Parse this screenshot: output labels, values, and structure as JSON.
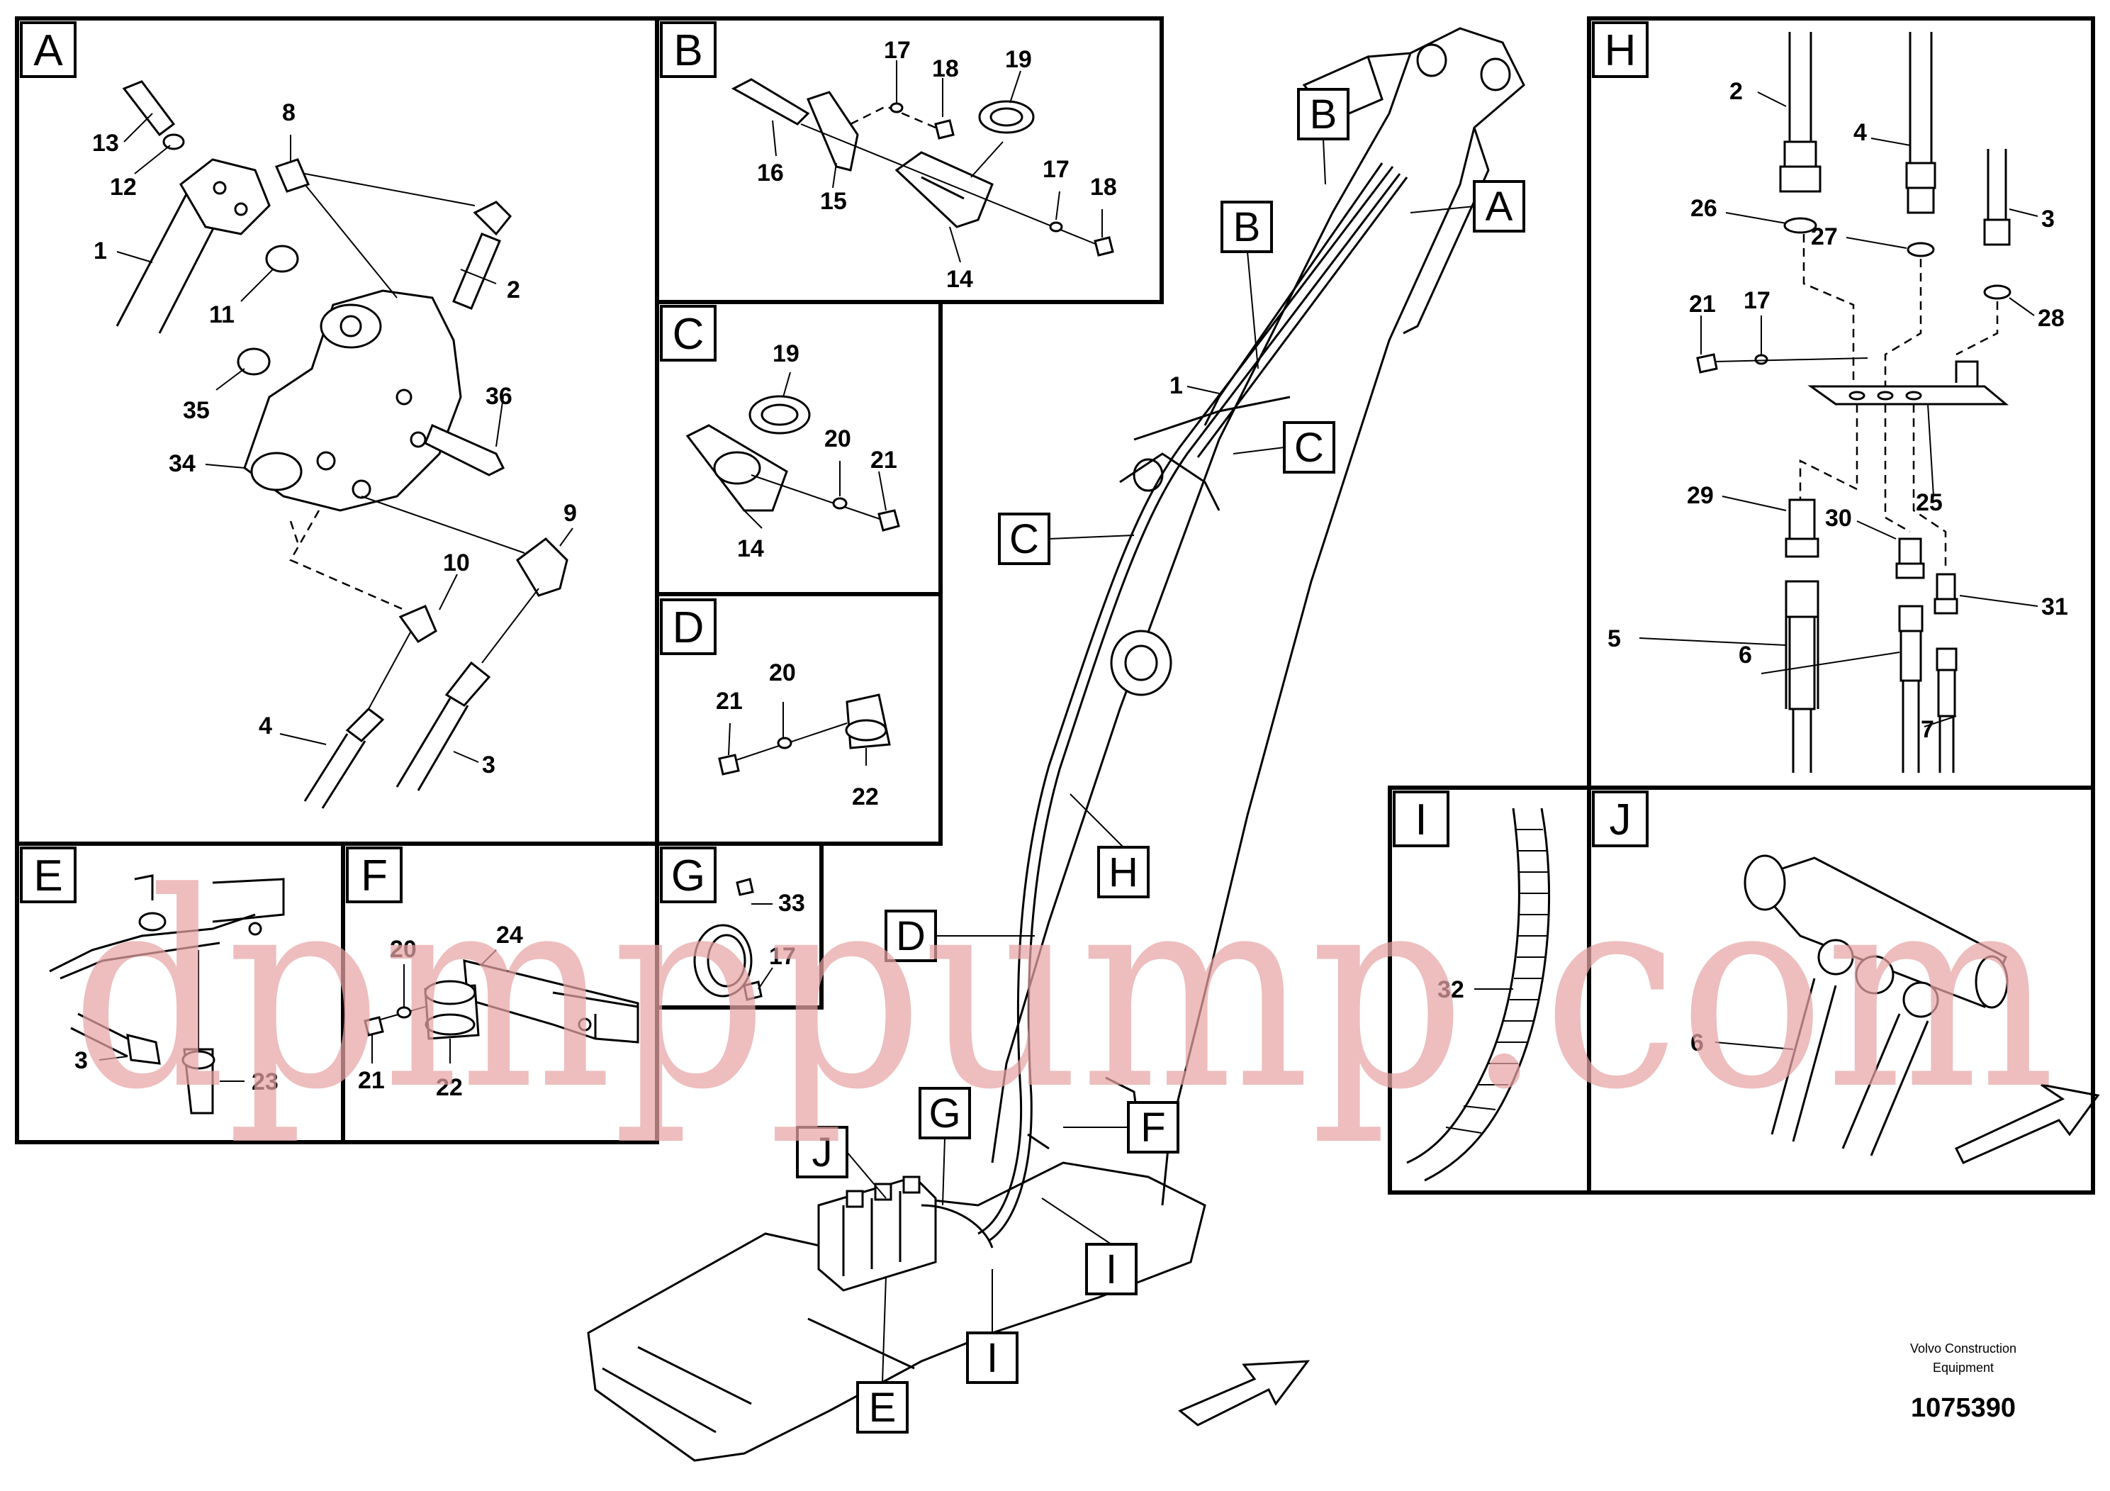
{
  "watermark": "dpmppump.com",
  "footer": {
    "company_line1": "Volvo Construction",
    "company_line2": "Equipment",
    "drawing_number": "1075390"
  },
  "panels": {
    "A": {
      "letter": "A",
      "numbers": [
        "13",
        "12",
        "8",
        "1",
        "11",
        "2",
        "35",
        "36",
        "34",
        "9",
        "10",
        "4",
        "3"
      ]
    },
    "B": {
      "letter": "B",
      "numbers": [
        "17",
        "18",
        "19",
        "16",
        "15",
        "17",
        "18",
        "14"
      ]
    },
    "C": {
      "letter": "C",
      "numbers": [
        "19",
        "20",
        "21",
        "14"
      ]
    },
    "D": {
      "letter": "D",
      "numbers": [
        "21",
        "20",
        "22"
      ]
    },
    "E": {
      "letter": "E",
      "numbers": [
        "3",
        "23"
      ]
    },
    "F": {
      "letter": "F",
      "numbers": [
        "20",
        "24",
        "21",
        "22"
      ]
    },
    "G": {
      "letter": "G",
      "numbers": [
        "33",
        "17"
      ]
    },
    "H": {
      "letter": "H",
      "numbers": [
        "2",
        "4",
        "26",
        "27",
        "3",
        "21",
        "17",
        "28",
        "25",
        "29",
        "30",
        "5",
        "6",
        "31",
        "7"
      ]
    },
    "I": {
      "letter": "I",
      "numbers": [
        "32"
      ]
    },
    "J": {
      "letter": "J",
      "numbers": [
        "6"
      ]
    }
  },
  "main_view": {
    "callout_tags": [
      "B",
      "A",
      "B",
      "C",
      "C",
      "H",
      "D",
      "F",
      "G",
      "J",
      "I",
      "I",
      "E"
    ],
    "item_numbers": [
      "1"
    ]
  }
}
